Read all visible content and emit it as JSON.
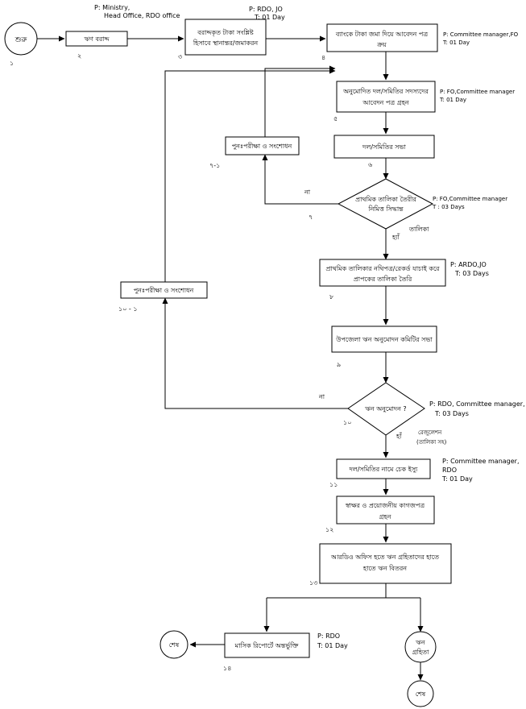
{
  "nodes": {
    "start": "শুরু",
    "n1": "১",
    "s2": {
      "label": "ঋণ বরাদ্দ",
      "num": "২",
      "p": "P:  Ministry,",
      "p2": "Head Office, RDO office"
    },
    "s3": {
      "line1": "বরাদ্দকৃত টাকা সংশ্লিষ্ট",
      "line2": "হিসাবে স্থানান্তর/জমাকরন",
      "num": "৩",
      "p": "P:  RDO, JO",
      "t": "T:  01 Day"
    },
    "s4": {
      "line1": "ব্যাংকে টাকা জমা দিয়ে আবেদন পত্র",
      "line2": "ক্রয়",
      "num": "৪",
      "p": "P:  Committee manager,FO",
      "t": "T:  01 Day"
    },
    "s5": {
      "line1": "অনুমোদিত দল/সমিতির সদস্যদের",
      "line2": "আবেদন পত্র গ্রহন",
      "num": "৫",
      "p": "P:  FO,Committee manager",
      "t": "T:  01 Day"
    },
    "s6": {
      "label": "দল/সমিতির সভা",
      "num": "৬"
    },
    "s71": {
      "label": "পুনঃপরীক্ষা ও সংশোধন",
      "num": "৭-১"
    },
    "s7": {
      "line1": "প্রাথমিক তালিকা তৈরীর",
      "line2": "নিমিত্ত সিদ্ধান্ত",
      "num": "৭",
      "p": "P: FO,Committee manager",
      "t": "T : 03 Days",
      "no": "না",
      "yes": "হ্যাঁ",
      "yes_note": "তালিকা"
    },
    "s8": {
      "line1": "প্রাথমিক তালিকার নথিপত্র/রেকর্ড যাচাই করে",
      "line2": "প্রাপকের তালিকা তৈরি",
      "num": "৮",
      "p": "P: ARDO,JO",
      "t": "T:  03 Days"
    },
    "s101": {
      "label": "পুনঃপরীক্ষা ও সংশোধন",
      "num": "১০ - ১"
    },
    "s9": {
      "label": "উপজেলা ঋন অনুমোদন কমিটির সভা",
      "num": "৯"
    },
    "s10": {
      "label": "ঋন অনুমোদন ?",
      "num": "১০",
      "p": "P: RDO, Committee manager,",
      "t": "T:  03 Days",
      "no": "না",
      "yes": "হাঁ",
      "yes_note1": "রেজুলেশন",
      "yes_note2": "(তালিকা সহ)"
    },
    "s11": {
      "label": "দল/সমিতির নামে চেক ইস্যু",
      "num": "১১",
      "p": "P: Committee manager,",
      "p2": "RDO",
      "t": "T:  01 Day"
    },
    "s12": {
      "line1": "স্বাক্ষর ও প্রয়োজনীয় কাগজপত্র",
      "line2": "গ্রহন",
      "num": "১২"
    },
    "s13": {
      "line1": "আরডিও অফিস হতে ঋন  গ্রহিতাদের হাতে",
      "line2": "হাতে ঋন  বিতরন",
      "num": "১৩"
    },
    "s14": {
      "label": "মাসিক রিপোর্টে অন্তর্ভুক্তি",
      "num": "১৪",
      "p": "P: RDO",
      "t": "T:  01 Day"
    },
    "end1": "শেষ",
    "borrower": {
      "line1": "ঋন",
      "line2": "গ্রহিতা"
    },
    "end2": "শেষ"
  }
}
